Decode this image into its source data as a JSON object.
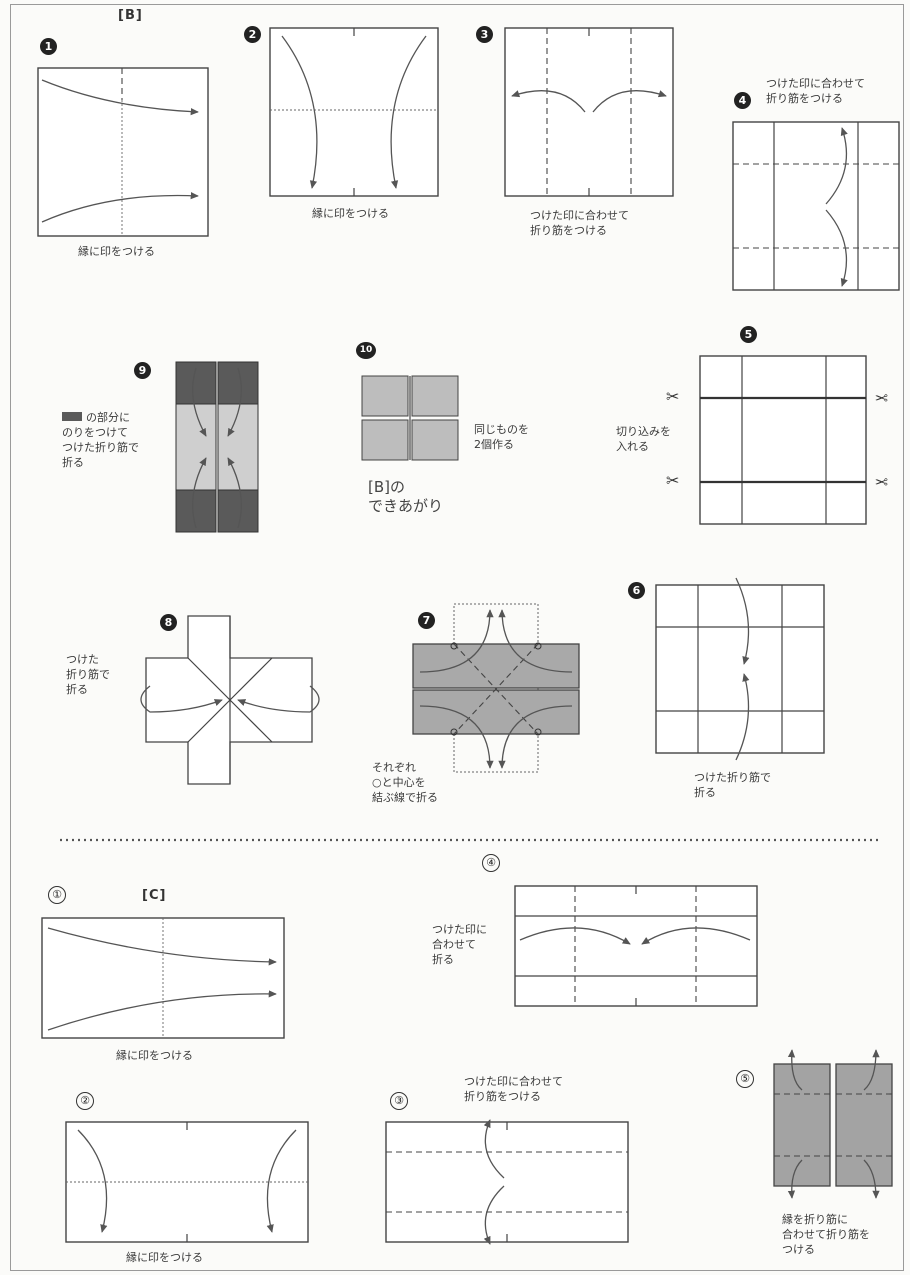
{
  "sections": {
    "b_label": "[B]",
    "c_label": "[C]"
  },
  "steps_b": {
    "s1_num": "1",
    "s1_caption": "縁に印をつける",
    "s2_num": "2",
    "s2_caption": "縁に印をつける",
    "s3_num": "3",
    "s3_caption": "つけた印に合わせて\n折り筋をつける",
    "s4_num": "4",
    "s4_caption": "つけた印に合わせて\n折り筋をつける",
    "s5_num": "5",
    "s5_caption": "切り込みを\n入れる",
    "s6_num": "6",
    "s6_caption": "つけた折り筋で\n折る",
    "s7_num": "7",
    "s7_caption": "それぞれ\n○と中心を\n結ぶ線で折る",
    "s8_num": "8",
    "s8_caption": "つけた\n折り筋で\n折る",
    "s9_num": "9",
    "s9_caption": "の部分に\nのりをつけて\nつけた折り筋で\n折る",
    "s10_num": "10",
    "s10_caption": "同じものを\n2個作る",
    "s10_result": "[B]の\nできあがり"
  },
  "steps_c": {
    "s1_num": "①",
    "s1_caption": "縁に印をつける",
    "s2_num": "②",
    "s2_caption": "縁に印をつける",
    "s3_num": "③",
    "s3_caption": "つけた印に合わせて\n折り筋をつける",
    "s4_num": "④",
    "s4_caption": "つけた印に\n合わせて\n折る",
    "s5_num": "⑤",
    "s5_caption": "縁を折り筋に\n合わせて折り筋を\nつける"
  },
  "colors": {
    "ink": "#444444",
    "shade_dark": "#5a5a5a",
    "shade_mid": "#9a9a9a",
    "shade_light": "#cfcfcf",
    "paper": "#fbfbf9"
  }
}
